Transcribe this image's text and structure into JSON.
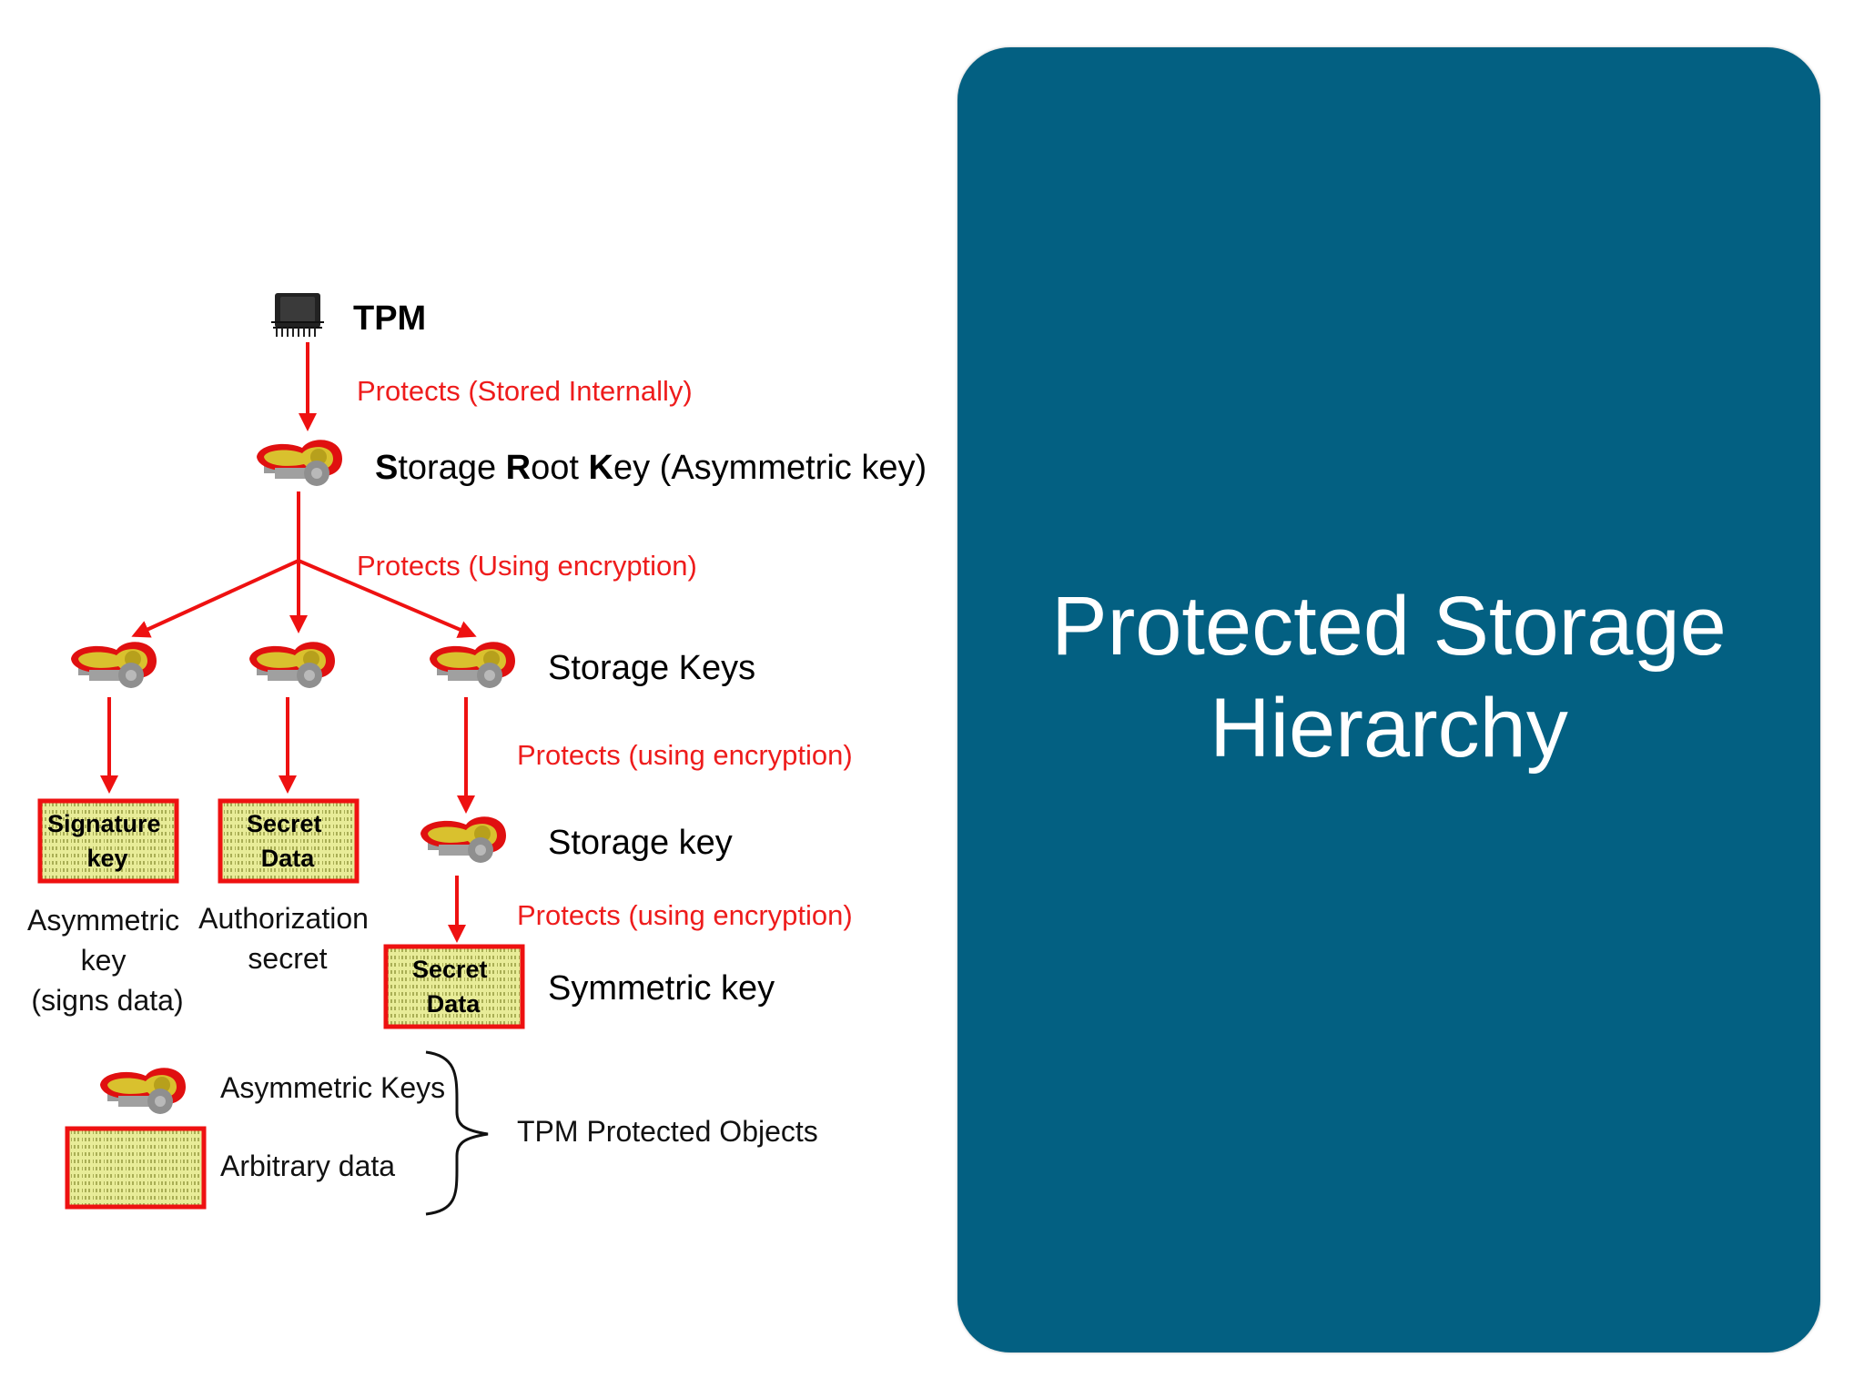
{
  "diagram": {
    "tpm_label": "TPM",
    "protects_stored_internally": "Protects (Stored Internally)",
    "srk": {
      "s": "S",
      "torage": "torage ",
      "r": "R",
      "oot": "oot ",
      "k": "K",
      "rest": "ey (Asymmetric key)"
    },
    "protects_using_encryption": "Protects (Using encryption)",
    "storage_keys_label": "Storage Keys",
    "protects_using_encryption_2": "Protects (using encryption)",
    "storage_key_label": "Storage key",
    "protects_using_encryption_3": "Protects (using encryption)",
    "symmetric_key_label": "Symmetric key",
    "signature_box": [
      "Signature",
      "key"
    ],
    "secret_box": [
      "Secret",
      "Data"
    ],
    "secret_box_2": [
      "Secret",
      "Data"
    ],
    "asym_caption": [
      "Asymmetric",
      "key",
      "(signs data)"
    ],
    "auth_caption": [
      "Authorization",
      "secret"
    ],
    "legend": {
      "asymmetric_keys": "Asymmetric Keys",
      "arbitrary_data": "Arbitrary data",
      "group_label": "TPM Protected Objects"
    }
  },
  "panel": {
    "title_line1": "Protected Storage",
    "title_line2": "Hierarchy"
  },
  "colors": {
    "panel": "#036082",
    "arrow": "#ee1111",
    "label_red": "#ee1c1c",
    "data_fill": "#e8ec98",
    "key_gold": "#c9b42a",
    "key_grey": "#8e8e8e"
  }
}
